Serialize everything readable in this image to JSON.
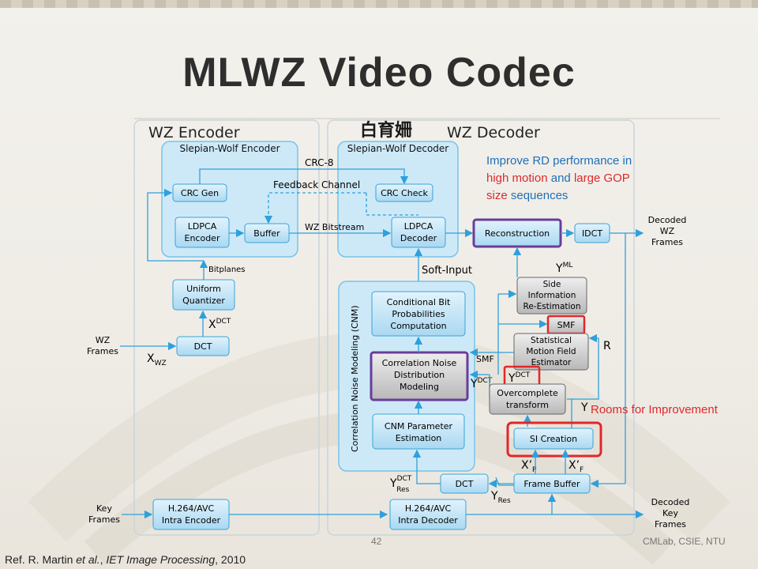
{
  "slide": {
    "title": "MLWZ Video Codec",
    "cjk_watermark": "白育姍",
    "page_number": "42",
    "lab": "CMLab, CSIE, NTU",
    "reference": {
      "prefix": "Ref. R. Martin ",
      "etal": "et al.",
      "middle": ", ",
      "journal": "IET Image Processing",
      "suffix": ", 2010"
    }
  },
  "note": {
    "line1_a": "Improve RD performance in",
    "line2_a": "high motion",
    "line2_b": " and ",
    "line2_c": "large GOP",
    "line3_a": "size",
    "line3_b": " sequences"
  },
  "rooms_label": "Rooms for Improvement",
  "encoder": {
    "title": "WZ Encoder",
    "sw_title": "Slepian-Wolf Encoder",
    "crc_gen": "CRC Gen",
    "ldpca": [
      "LDPCA",
      "Encoder"
    ],
    "buffer": "Buffer",
    "quantizer": [
      "Uniform",
      "Quantizer"
    ],
    "dct": "DCT",
    "h264": [
      "H.264/AVC",
      "Intra Encoder"
    ],
    "crc8": "CRC-8",
    "bitplanes": "Bitplanes",
    "wz_bitstream": "WZ Bitstream",
    "feedback": "Feedback Channel",
    "xdct": "X",
    "xdct_sup": "DCT",
    "xwz": "X",
    "xwz_sub": "WZ",
    "wz_frames": [
      "WZ",
      "Frames"
    ],
    "key_frames": [
      "Key",
      "Frames"
    ]
  },
  "decoder": {
    "title": "WZ Decoder",
    "sw_title": "Slepian-Wolf Decoder",
    "crc_check": "CRC Check",
    "ldpca": [
      "LDPCA",
      "Decoder"
    ],
    "reconstruction": "Reconstruction",
    "idct": "IDCT",
    "decoded_wz": [
      "Decoded",
      "WZ",
      "Frames"
    ],
    "soft_input": "Soft-Input",
    "cnm_title": "Correlation Noise Modeling (CNM)",
    "cond_bit": [
      "Conditional Bit",
      "Probabilities",
      "Computation"
    ],
    "corr_noise": [
      "Correlation Noise",
      "Distribution",
      "Modeling"
    ],
    "cnm_param": [
      "CNM Parameter",
      "Estimation"
    ],
    "side_info": [
      "Side",
      "Information",
      "Re-Estimation"
    ],
    "smf": "SMF",
    "smf_label": "SMF",
    "stat_motion": [
      "Statistical",
      "Motion Field",
      "Estimator"
    ],
    "overcomplete": [
      "Overcomplete",
      "transform"
    ],
    "si_creation": "SI Creation",
    "frame_buffer": "Frame Buffer",
    "dct": "DCT",
    "h264": [
      "H.264/AVC",
      "Intra Decoder"
    ],
    "decoded_key": [
      "Decoded",
      "Key",
      "Frames"
    ],
    "yml": "Y",
    "yml_sup": "ML",
    "ydct": "Y",
    "ydct_sup": "DCT",
    "ydct2": "Y",
    "ydct2_sup": "DCT",
    "r": "R",
    "y": "Y",
    "xp": "X’",
    "xp_sub": "P",
    "xf": "X’",
    "xf_sub": "F",
    "ydct_res": "Y",
    "ydct_res_sup": "DCT",
    "ydct_res_sub": "Res",
    "yres": "Y",
    "yres_sub": "Res"
  },
  "colors": {
    "box_fill": "#bfe3f7",
    "box_stroke": "#3aa3d6",
    "group_fill": "#d3ecfa",
    "grey_fill": "#c9c9c9",
    "highlight_purple": "#6a3d9a",
    "highlight_red": "#e0282a",
    "arrow": "#2ea0dc"
  }
}
